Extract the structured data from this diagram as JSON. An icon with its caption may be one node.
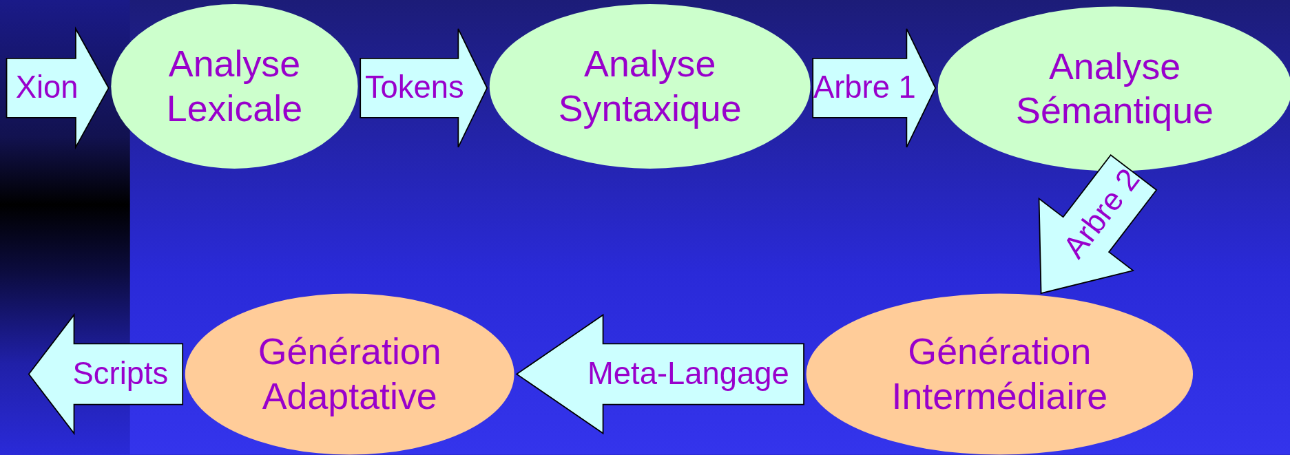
{
  "diagram": {
    "nodes": [
      {
        "text": [
          "Analyse Lexicale"
        ]
      },
      {
        "text": [
          "Analyse Syntaxique"
        ]
      },
      {
        "text": [
          "Analyse Sémantique"
        ]
      },
      {
        "text": [
          "Génération Intermédiaire"
        ]
      },
      {
        "text": [
          "Génération Adaptative"
        ]
      }
    ],
    "edges": [
      {
        "from": null,
        "to": 0,
        "arrow": "to",
        "label": "Xion"
      },
      {
        "from": 0,
        "to": 1,
        "arrow": "to",
        "label": "Tokens"
      },
      {
        "from": 1,
        "to": 2,
        "arrow": "to",
        "label": "Arbre 1"
      },
      {
        "from": 2,
        "to": 3,
        "arrow": "to",
        "label": "Arbre 2"
      },
      {
        "from": 3,
        "to": 4,
        "arrow": "to",
        "label": "Meta-Langage"
      },
      {
        "from": 4,
        "to": null,
        "arrow": "to",
        "label": "Scripts"
      }
    ]
  }
}
